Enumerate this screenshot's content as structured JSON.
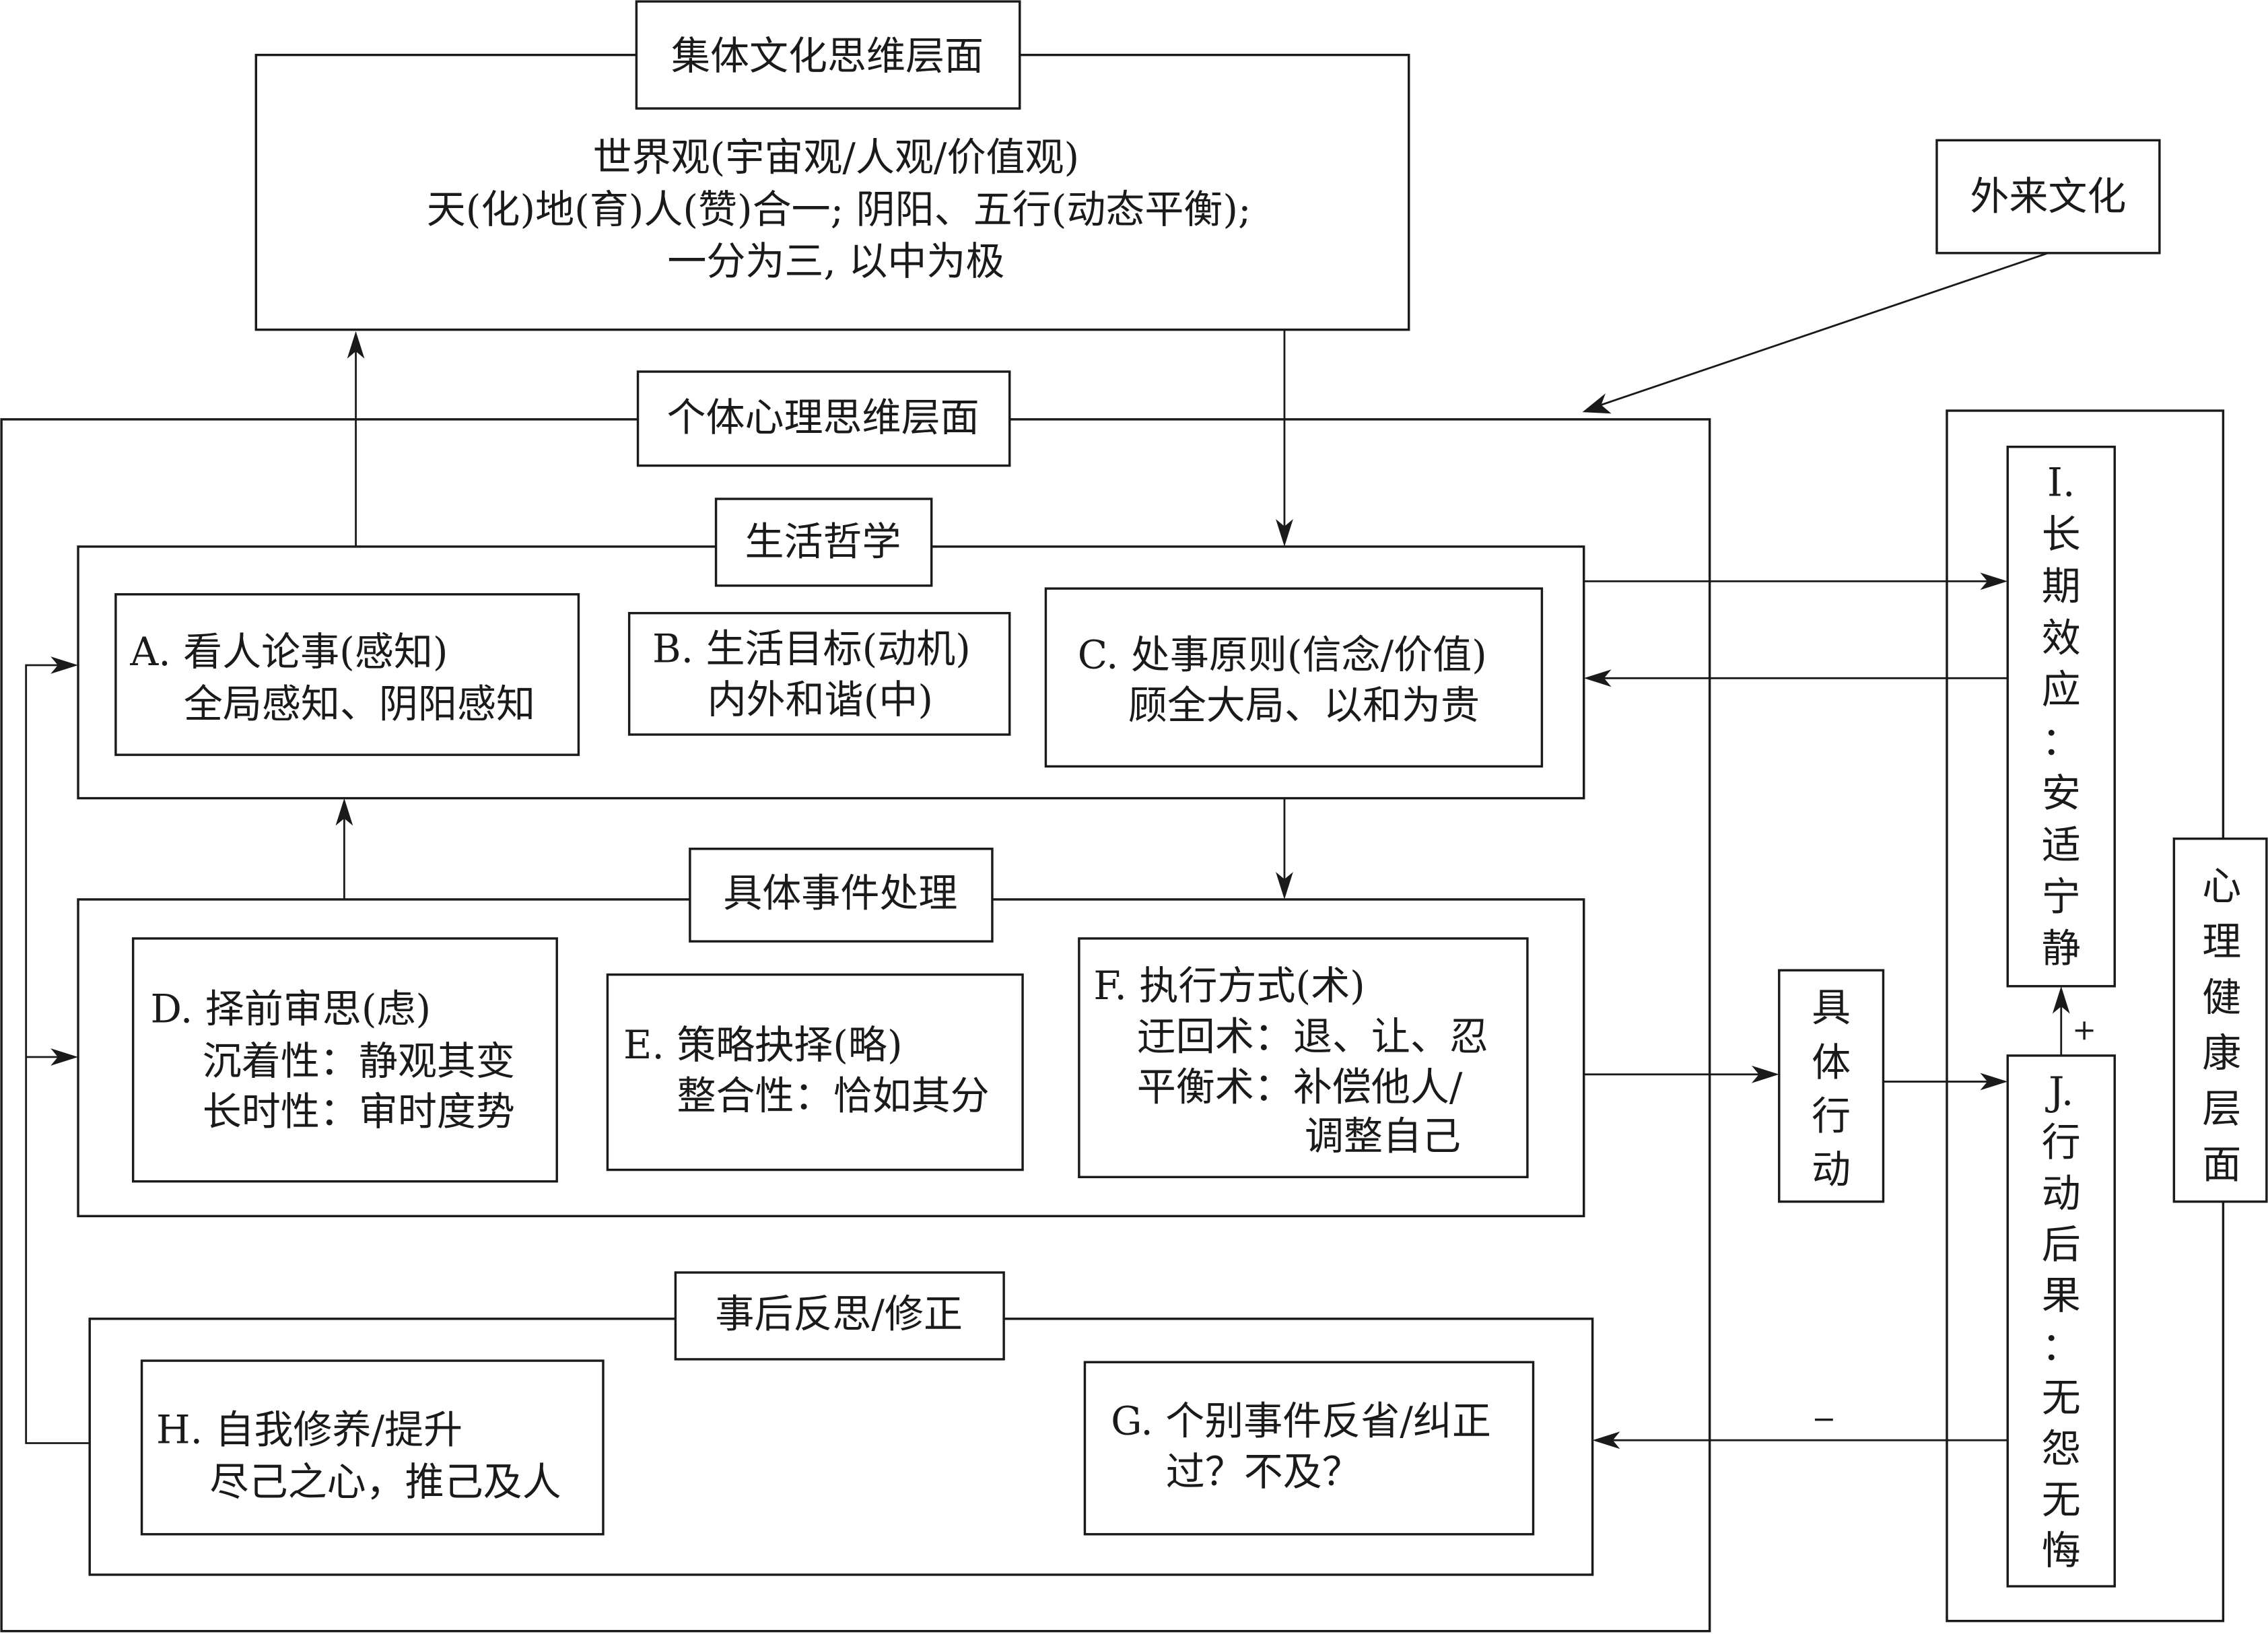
{
  "collective": {
    "title": "集体文化思维层面",
    "lines": [
      "世界观(宇宙观/人观/价值观)",
      "天(化)地(育)人(赞)合一; 阴阳、五行(动态平衡);",
      "一分为三, 以中为极"
    ]
  },
  "foreign_culture": {
    "label": "外来文化"
  },
  "individual": {
    "title": "个体心理思维层面",
    "life_philosophy": {
      "title": "生活哲学",
      "A": {
        "lines": [
          "A. 看人论事(感知)",
          "全局感知、阴阳感知"
        ]
      },
      "B": {
        "lines": [
          "B. 生活目标(动机)",
          "内外和谐(中)"
        ]
      },
      "C": {
        "lines": [
          "C. 处事原则(信念/价值)",
          "顾全大局、以和为贵"
        ]
      }
    },
    "event_handling": {
      "title": "具体事件处理",
      "D": {
        "lines": [
          "D. 择前审思(虑)",
          "沉着性：静观其变",
          "长时性：审时度势"
        ]
      },
      "E": {
        "lines": [
          "E. 策略抉择(略)",
          "整合性：恰如其分"
        ]
      },
      "F": {
        "lines": [
          "F. 执行方式(术)",
          "迂回术：退、让、忍",
          "平衡术：补偿他人/",
          "调整自己"
        ]
      }
    },
    "reflection": {
      "title": "事后反思/修正",
      "H": {
        "lines": [
          "H. 自我修养/提升",
          "尽己之心，推己及人"
        ]
      },
      "G": {
        "lines": [
          "G. 个别事件反省/纠正",
          "过？不及？"
        ]
      }
    }
  },
  "action": {
    "chars": [
      "具",
      "体",
      "行",
      "动"
    ]
  },
  "health": {
    "title_chars": [
      "心",
      "理",
      "健",
      "康",
      "层",
      "面"
    ],
    "I": {
      "chars": [
        "I.",
        "长",
        "期",
        "效",
        "应",
        "：",
        "安",
        "适",
        "宁",
        "静"
      ]
    },
    "J": {
      "chars": [
        "J.",
        "行",
        "动",
        "后",
        "果",
        "：",
        "无",
        "怨",
        "无",
        "悔"
      ]
    },
    "plus_sign": "+",
    "minus_sign": "−"
  }
}
